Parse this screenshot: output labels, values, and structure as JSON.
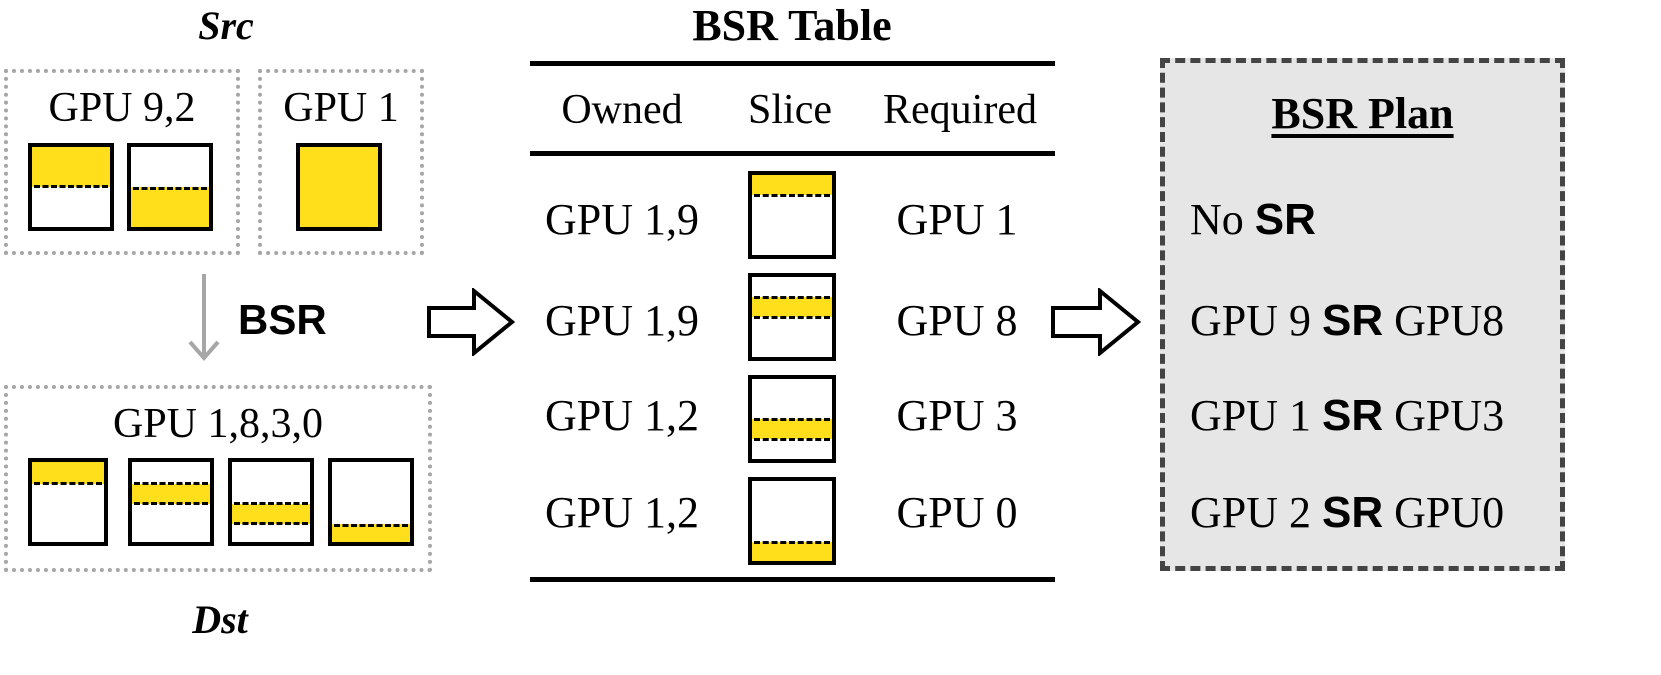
{
  "src": {
    "title": "Src",
    "group_a": "GPU 9,2",
    "group_b": "GPU 1"
  },
  "transition": {
    "label": "BSR"
  },
  "dst": {
    "title": "Dst",
    "group": "GPU 1,8,3,0"
  },
  "table": {
    "title": "BSR Table",
    "headers": [
      "Owned",
      "Slice",
      "Required"
    ],
    "rows": [
      {
        "owned": "GPU 1,9",
        "required": "GPU 1"
      },
      {
        "owned": "GPU 1,9",
        "required": "GPU 8"
      },
      {
        "owned": "GPU 1,2",
        "required": "GPU 3"
      },
      {
        "owned": "GPU 1,2",
        "required": "GPU 0"
      }
    ]
  },
  "plan": {
    "title": "BSR Plan",
    "lines": [
      {
        "pre": "No ",
        "op": "SR",
        "post": ""
      },
      {
        "pre": "GPU 9 ",
        "op": "SR",
        "post": " GPU8"
      },
      {
        "pre": "GPU 1 ",
        "op": "SR",
        "post": " GPU3"
      },
      {
        "pre": "GPU 2 ",
        "op": "SR",
        "post": " GPU0"
      }
    ]
  },
  "colors": {
    "slice_fill": "#ffdf1c",
    "plan_bg": "#e6e6e6",
    "dotted_border": "#a6a6a6",
    "arrow_gray": "#a6a6a6"
  }
}
